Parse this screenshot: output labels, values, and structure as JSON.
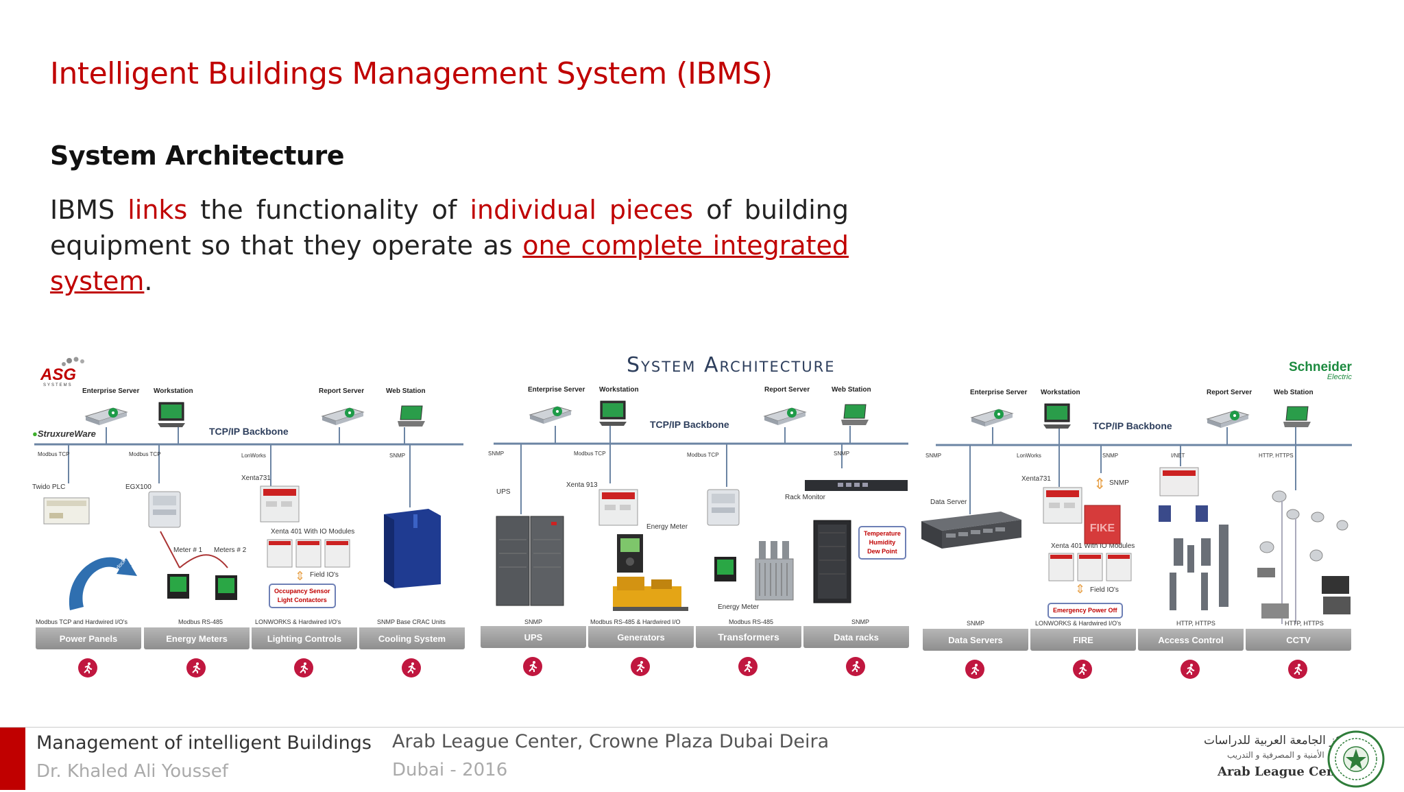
{
  "slide": {
    "title": "Intelligent Buildings Management System (IBMS)",
    "subtitle": "System Architecture",
    "paragraph": {
      "p1": "IBMS ",
      "p2": "links",
      "p3": " the functionality of ",
      "p4": "individual pieces",
      "p5": " of building equipment so that they operate as ",
      "p6": "one complete integrated system",
      "p7": "."
    }
  },
  "diagram": {
    "title": "System Architecture",
    "brands": {
      "left_logo": "ASG",
      "left_logo_sub": "SYSTEMS",
      "struxure": "StruxureWare",
      "schneider": "Schneider",
      "schneider_sub": "Electric"
    },
    "backbone_label": "TCP/IP Backbone",
    "panels": [
      {
        "servers": [
          "Enterprise Server",
          "Workstation",
          "Report Server",
          "Web Station"
        ],
        "protocols": [
          "Modbus TCP",
          "Modbus TCP",
          "LonWorks",
          "SNMP"
        ],
        "devices": [
          "Twido PLC",
          "EGX100",
          "Xenta731",
          "Meter # 1",
          "Meters # 2",
          "Xenta 401 With IO Modules",
          "Field IO's"
        ],
        "callout": [
          "Occupancy Sensor",
          "Light Contactors"
        ],
        "arrow_text": "Loads Trip & Interlock on Gens",
        "bottom_protocols": [
          "Modbus TCP and Hardwired I/O's",
          "Modbus RS-485",
          "LONWORKS & Hardwired I/O's",
          "SNMP Base CRAC Units"
        ],
        "categories": [
          "Power Panels",
          "Energy Meters",
          "Lighting Controls",
          "Cooling System"
        ]
      },
      {
        "servers": [
          "Enterprise Server",
          "Workstation",
          "Report Server",
          "Web Station"
        ],
        "protocols": [
          "SNMP",
          "Modbus TCP",
          "Modbus TCP",
          "SNMP"
        ],
        "devices": [
          "UPS",
          "Xenta 913",
          "Energy Meter",
          "Energy Meter",
          "Rack Monitor"
        ],
        "callout": [
          "Temperature",
          "Humidity",
          "Dew Point"
        ],
        "bottom_protocols": [
          "SNMP",
          "Modbus RS-485 & Hardwired I/O",
          "Modbus RS-485",
          "SNMP"
        ],
        "categories": [
          "UPS",
          "Generators",
          "Transformers",
          "Data racks"
        ]
      },
      {
        "servers": [
          "Enterprise Server",
          "Workstation",
          "Report Server",
          "Web Station"
        ],
        "protocols": [
          "SNMP",
          "LonWorks",
          "SNMP",
          "I/NET",
          "HTTP, HTTPS"
        ],
        "devices": [
          "Data Server",
          "Xenta731",
          "SNMP",
          "Xenta 401 With IO Modules",
          "Field IO's",
          "FIKE"
        ],
        "callout": [
          "Emergency Power Off"
        ],
        "bottom_protocols": [
          "SNMP",
          "LONWORKS & Hardwired I/O's",
          "HTTP, HTTPS",
          "HTTP, HTTPS"
        ],
        "categories": [
          "Data Servers",
          "FIRE",
          "Access Control",
          "CCTV"
        ]
      }
    ]
  },
  "footer": {
    "course": "Management of intelligent Buildings",
    "author": "Dr. Khaled Ali Youssef",
    "venue": "Arab League Center, Crowne Plaza Dubai Deira",
    "date": "Dubai - 2016",
    "logo_ar_line1": "مركز الجامعة العربية للدراسات",
    "logo_ar_line2": "الأمنية و المصرفية و التدريب",
    "logo_en": "Arab League Center"
  },
  "colors": {
    "accent": "#c00000",
    "category_icon": "#c0173f",
    "backbone": "#6b84a3"
  }
}
